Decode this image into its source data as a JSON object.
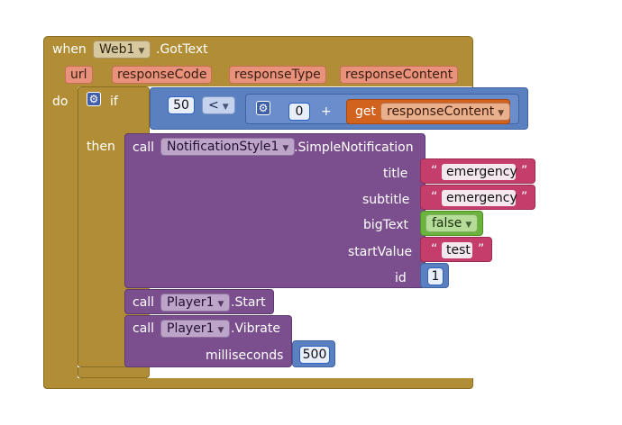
{
  "when_block": {
    "when": "when",
    "component": "Web1",
    "event": ".GotText",
    "params": [
      "url",
      "responseCode",
      "responseType",
      "responseContent"
    ],
    "do": "do"
  },
  "if_block": {
    "if": "if",
    "then": "then",
    "compare_left": "50",
    "operator": "<",
    "add_left": "0",
    "plus": "+",
    "get": "get",
    "get_var": "responseContent"
  },
  "notification": {
    "call": "call",
    "component": "NotificationStyle1",
    "method": ".SimpleNotification",
    "args": {
      "title": {
        "label": "title",
        "value": "emergency"
      },
      "subtitle": {
        "label": "subtitle",
        "value": "emergency"
      },
      "bigText": {
        "label": "bigText",
        "value": "false"
      },
      "startValue": {
        "label": "startValue",
        "value": "test"
      },
      "id": {
        "label": "id",
        "value": "1"
      }
    }
  },
  "player_start": {
    "call": "call",
    "component": "Player1",
    "method": ".Start"
  },
  "player_vibrate": {
    "call": "call",
    "component": "Player1",
    "method": ".Vibrate",
    "arg_label": "milliseconds",
    "arg_value": "500"
  },
  "colors": {
    "event": "#b18e35",
    "control": "#5b80c0",
    "component": "#7b4f8e",
    "variable": "#d2631f",
    "text": "#c53d6a",
    "logic": "#6cb33e"
  }
}
